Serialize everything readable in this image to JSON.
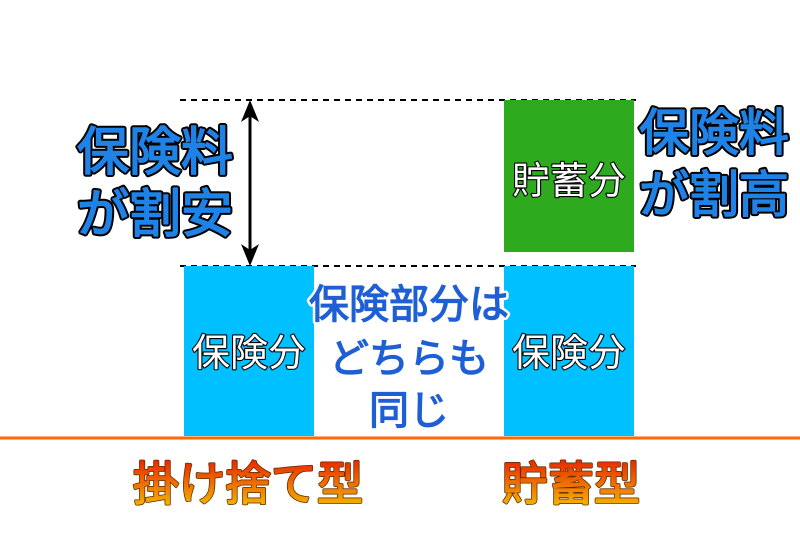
{
  "diagram": {
    "left_annotation": {
      "line1": "保険料",
      "line2": "が割安"
    },
    "right_annotation": {
      "line1": "保険料",
      "line2": "が割高"
    },
    "center_note": {
      "line1": "保険部分は",
      "line2": "どちらも",
      "line3": "同じ"
    },
    "boxes": {
      "left_insurance": "保険分",
      "right_insurance": "保険分",
      "savings": "貯蓄分"
    },
    "types": {
      "left": "掛け捨て型",
      "right": "貯蓄型"
    },
    "colors": {
      "insurance_box": "#00c0ff",
      "savings_box": "#2eaa1e",
      "annotation_text": "#1f82e6",
      "center_text": "#1f5fd6",
      "baseline": "#ff6a00",
      "type_gradient_top": "#e81e00",
      "type_gradient_bottom": "#f4c400"
    }
  }
}
